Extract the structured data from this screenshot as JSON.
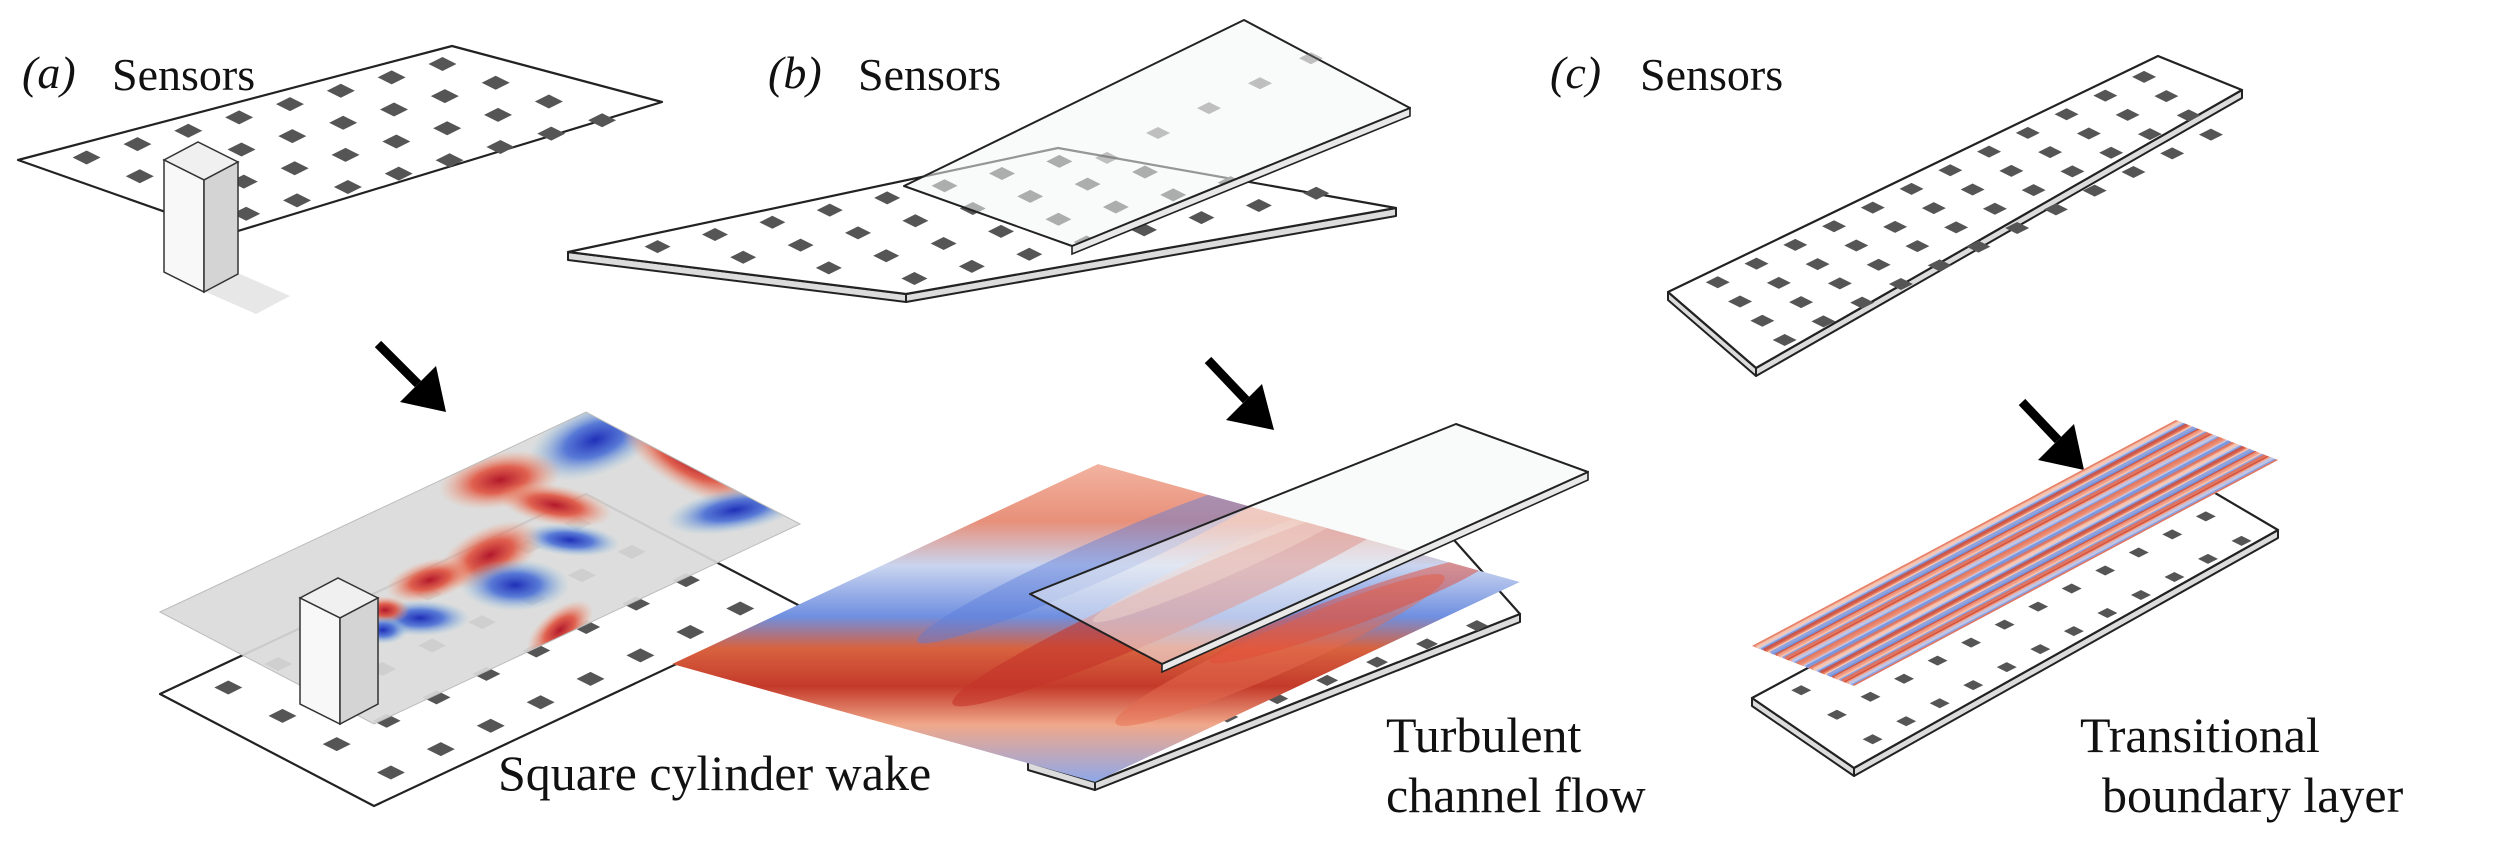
{
  "panels": [
    {
      "letter": "(a)",
      "sensors_label": "Sensors",
      "flow_label_lines": [
        "Square cylinder wake"
      ]
    },
    {
      "letter": "(b)",
      "sensors_label": "Sensors",
      "flow_label_lines": [
        "Turbulent",
        "channel flow"
      ]
    },
    {
      "letter": "(c)",
      "sensors_label": "Sensors",
      "flow_label_lines": [
        "Transitional",
        "boundary layer"
      ]
    }
  ],
  "colors": {
    "positive": "#d73027",
    "negative": "#2c3fc8",
    "neutral": "#dcdcdc",
    "sensor": "#555555"
  }
}
